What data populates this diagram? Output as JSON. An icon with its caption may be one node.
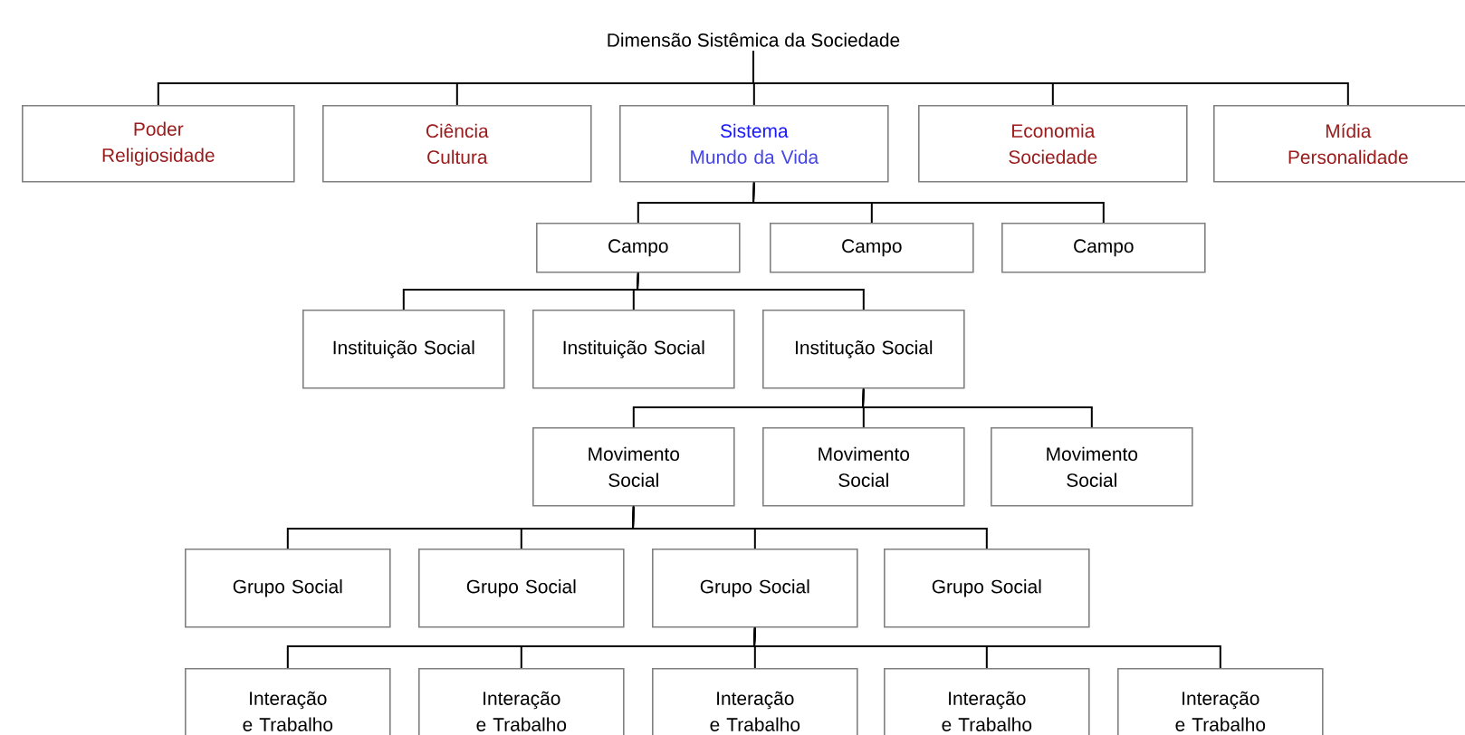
{
  "diagram": {
    "nodes": [
      {
        "text": [
          "Dimensão Sistêmica da Sociedade"
        ]
      },
      {
        "text": [
          "Poder",
          "Religiosidade"
        ]
      },
      {
        "text": [
          "Ciência",
          "Cultura"
        ]
      },
      {
        "text": [
          "Sistema",
          "Mundo da Vida"
        ]
      },
      {
        "text": [
          "Economia",
          "Sociedade"
        ]
      },
      {
        "text": [
          "Mídia",
          "Personalidade"
        ]
      },
      {
        "text": [
          "Campo"
        ]
      },
      {
        "text": [
          "Campo"
        ]
      },
      {
        "text": [
          "Campo"
        ]
      },
      {
        "text": [
          "Instituição Social"
        ]
      },
      {
        "text": [
          "Instituição Social"
        ]
      },
      {
        "text": [
          "Institução Social"
        ]
      },
      {
        "text": [
          "Movimento Social"
        ]
      },
      {
        "text": [
          "Movimento Social"
        ]
      },
      {
        "text": [
          "Movimento Social"
        ]
      },
      {
        "text": [
          "Grupo Social"
        ]
      },
      {
        "text": [
          "Grupo Social"
        ]
      },
      {
        "text": [
          "Grupo Social"
        ]
      },
      {
        "text": [
          "Grupo Social"
        ]
      },
      {
        "text": [
          "Interação e Trabalho"
        ]
      },
      {
        "text": [
          "Interação e Trabalho"
        ]
      },
      {
        "text": [
          "Interação e Trabalho"
        ]
      },
      {
        "text": [
          "Interação e Trabalho"
        ]
      },
      {
        "text": [
          "Interação e Trabalho"
        ]
      }
    ],
    "edges": [
      {
        "from": 0,
        "to": 1,
        "arrow": "none"
      },
      {
        "from": 0,
        "to": 2,
        "arrow": "none"
      },
      {
        "from": 0,
        "to": 3,
        "arrow": "none"
      },
      {
        "from": 0,
        "to": 4,
        "arrow": "none"
      },
      {
        "from": 0,
        "to": 5,
        "arrow": "none"
      },
      {
        "from": 3,
        "to": 6,
        "arrow": "none"
      },
      {
        "from": 3,
        "to": 7,
        "arrow": "none"
      },
      {
        "from": 3,
        "to": 8,
        "arrow": "none"
      },
      {
        "from": 6,
        "to": 9,
        "arrow": "none"
      },
      {
        "from": 6,
        "to": 10,
        "arrow": "none"
      },
      {
        "from": 6,
        "to": 11,
        "arrow": "none"
      },
      {
        "from": 11,
        "to": 12,
        "arrow": "none"
      },
      {
        "from": 11,
        "to": 13,
        "arrow": "none"
      },
      {
        "from": 11,
        "to": 14,
        "arrow": "none"
      },
      {
        "from": 12,
        "to": 15,
        "arrow": "none"
      },
      {
        "from": 12,
        "to": 16,
        "arrow": "none"
      },
      {
        "from": 12,
        "to": 17,
        "arrow": "none"
      },
      {
        "from": 12,
        "to": 18,
        "arrow": "none"
      },
      {
        "from": 17,
        "to": 19,
        "arrow": "none"
      },
      {
        "from": 17,
        "to": 20,
        "arrow": "none"
      },
      {
        "from": 17,
        "to": 21,
        "arrow": "none"
      },
      {
        "from": 17,
        "to": 22,
        "arrow": "none"
      },
      {
        "from": 17,
        "to": 23,
        "arrow": "none"
      }
    ]
  }
}
